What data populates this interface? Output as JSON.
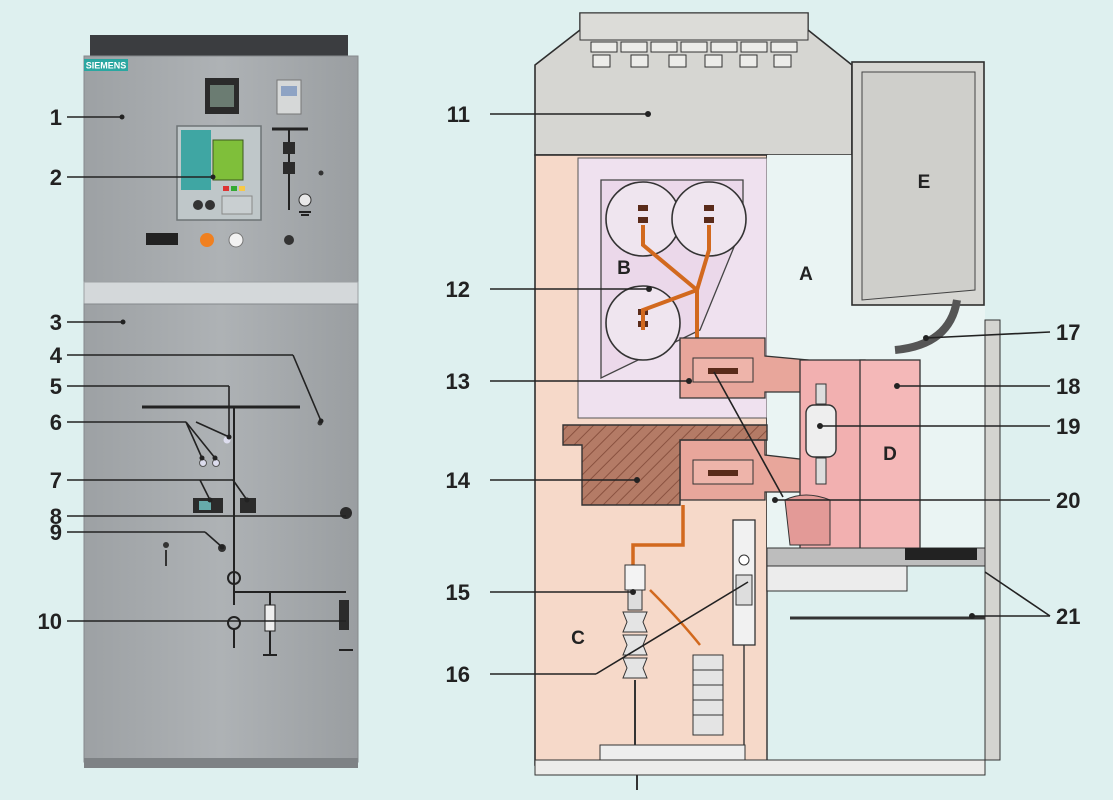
{
  "brand": "SIEMENS",
  "callouts": {
    "n1": "1",
    "n2": "2",
    "n3": "3",
    "n4": "4",
    "n5": "5",
    "n6": "6",
    "n7": "7",
    "n8": "8",
    "n9": "9",
    "n10": "10",
    "n11": "11",
    "n12": "12",
    "n13": "13",
    "n14": "14",
    "n15": "15",
    "n16": "16",
    "n17": "17",
    "n18": "18",
    "n19": "19",
    "n20": "20",
    "n21": "21"
  },
  "compartments": {
    "a": "A",
    "b": "B",
    "c": "C",
    "d": "D",
    "e": "E"
  },
  "colors": {
    "background": "#def0ef",
    "panel_grey": "#a9adb0",
    "cable_compartment": "#f4d7c8",
    "busbar_compartment": "#eee1ee",
    "copper": "#d2691e",
    "truck_pink": "#f2b0b0"
  }
}
